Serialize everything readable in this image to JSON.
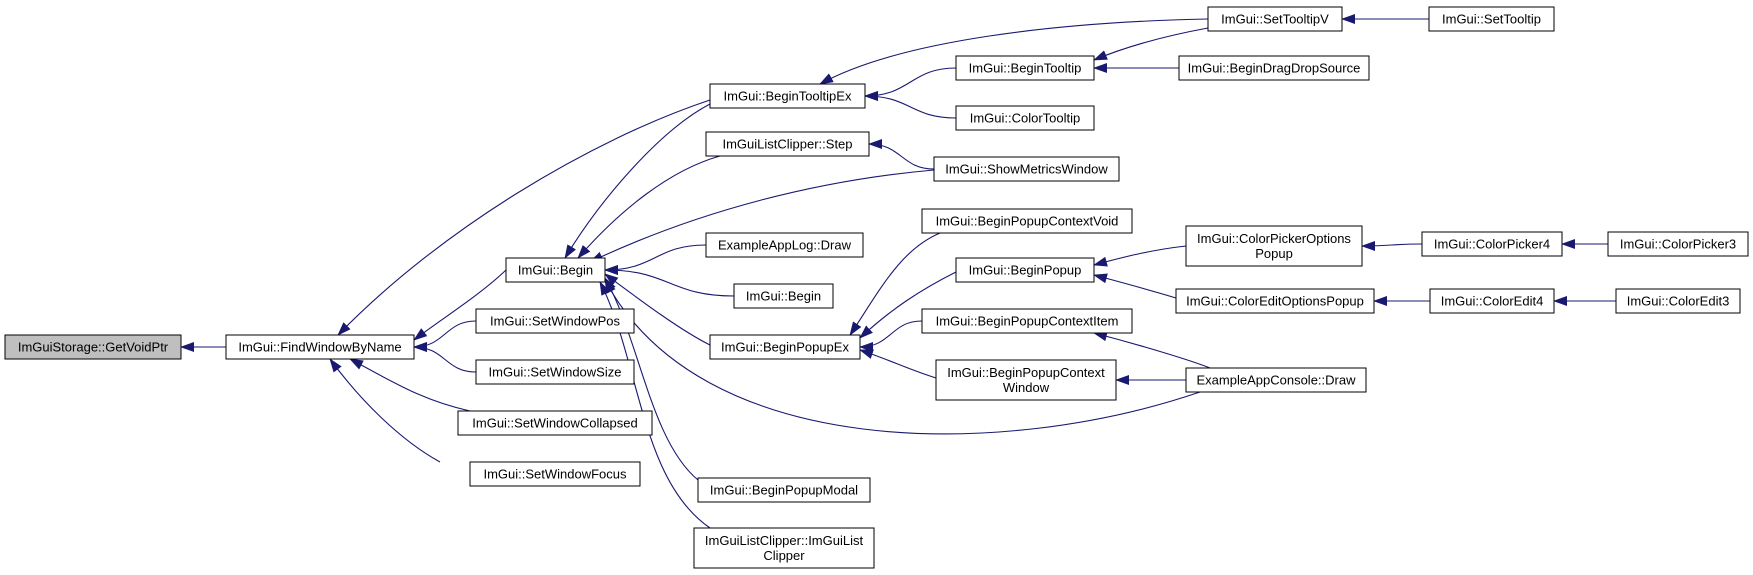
{
  "colors": {
    "edge": "#191970",
    "node_fill": "#ffffff",
    "root_fill": "#bfbfbf",
    "border": "#000000"
  },
  "nodes": [
    {
      "id": "getvoidptr",
      "lines": [
        "ImGuiStorage::GetVoidPtr"
      ],
      "root": true
    },
    {
      "id": "findwindowbyname",
      "lines": [
        "ImGui::FindWindowByName"
      ]
    },
    {
      "id": "begintooltipex",
      "lines": [
        "ImGui::BeginTooltipEx"
      ]
    },
    {
      "id": "begin",
      "lines": [
        "ImGui::Begin"
      ]
    },
    {
      "id": "setwindowpos",
      "lines": [
        "ImGui::SetWindowPos"
      ]
    },
    {
      "id": "setwindowsize",
      "lines": [
        "ImGui::SetWindowSize"
      ]
    },
    {
      "id": "setwindowcollapsed",
      "lines": [
        "ImGui::SetWindowCollapsed"
      ]
    },
    {
      "id": "setwindowfocus",
      "lines": [
        "ImGui::SetWindowFocus"
      ]
    },
    {
      "id": "settooltipv",
      "lines": [
        "ImGui::SetTooltipV"
      ]
    },
    {
      "id": "settooltip",
      "lines": [
        "ImGui::SetTooltip"
      ]
    },
    {
      "id": "begintooltip",
      "lines": [
        "ImGui::BeginTooltip"
      ]
    },
    {
      "id": "begindragdropsource",
      "lines": [
        "ImGui::BeginDragDropSource"
      ]
    },
    {
      "id": "colortooltip",
      "lines": [
        "ImGui::ColorTooltip"
      ]
    },
    {
      "id": "listclipperstep",
      "lines": [
        "ImGuiListClipper::Step"
      ]
    },
    {
      "id": "showmetricswindow",
      "lines": [
        "ImGui::ShowMetricsWindow"
      ]
    },
    {
      "id": "exampleapplogdraw",
      "lines": [
        "ExampleAppLog::Draw"
      ]
    },
    {
      "id": "begin2",
      "lines": [
        "ImGui::Begin"
      ]
    },
    {
      "id": "beginpopupex",
      "lines": [
        "ImGui::BeginPopupEx"
      ]
    },
    {
      "id": "beginpopupmodal",
      "lines": [
        "ImGui::BeginPopupModal"
      ]
    },
    {
      "id": "listclipperctor",
      "lines": [
        "ImGuiListClipper::ImGuiList",
        "Clipper"
      ]
    },
    {
      "id": "beginpopupcontextvoid",
      "lines": [
        "ImGui::BeginPopupContextVoid"
      ]
    },
    {
      "id": "beginpopup",
      "lines": [
        "ImGui::BeginPopup"
      ]
    },
    {
      "id": "beginpopupcontextitem",
      "lines": [
        "ImGui::BeginPopupContextItem"
      ]
    },
    {
      "id": "beginpopupcontextwindow",
      "lines": [
        "ImGui::BeginPopupContext",
        "Window"
      ]
    },
    {
      "id": "colorpickeroptionspopup",
      "lines": [
        "ImGui::ColorPickerOptions",
        "Popup"
      ]
    },
    {
      "id": "coloreditoptionspopup",
      "lines": [
        "ImGui::ColorEditOptionsPopup"
      ]
    },
    {
      "id": "exampleappconsoledraw",
      "lines": [
        "ExampleAppConsole::Draw"
      ]
    },
    {
      "id": "colorpicker4",
      "lines": [
        "ImGui::ColorPicker4"
      ]
    },
    {
      "id": "colorpicker3",
      "lines": [
        "ImGui::ColorPicker3"
      ]
    },
    {
      "id": "coloredit4",
      "lines": [
        "ImGui::ColorEdit4"
      ]
    },
    {
      "id": "coloredit3",
      "lines": [
        "ImGui::ColorEdit3"
      ]
    }
  ],
  "edges": [
    {
      "from": "findwindowbyname",
      "to": "getvoidptr"
    },
    {
      "from": "begintooltipex",
      "to": "findwindowbyname"
    },
    {
      "from": "begin",
      "to": "findwindowbyname"
    },
    {
      "from": "setwindowpos",
      "to": "findwindowbyname"
    },
    {
      "from": "setwindowsize",
      "to": "findwindowbyname"
    },
    {
      "from": "setwindowcollapsed",
      "to": "findwindowbyname"
    },
    {
      "from": "setwindowfocus",
      "to": "findwindowbyname"
    },
    {
      "from": "settooltipv",
      "to": "begintooltipex"
    },
    {
      "from": "begintooltip",
      "to": "begintooltipex"
    },
    {
      "from": "colortooltip",
      "to": "begintooltipex"
    },
    {
      "from": "begintooltipex",
      "to": "begin"
    },
    {
      "from": "listclipperstep",
      "to": "begin"
    },
    {
      "from": "showmetricswindow",
      "to": "begin"
    },
    {
      "from": "exampleapplogdraw",
      "to": "begin"
    },
    {
      "from": "begin2",
      "to": "begin"
    },
    {
      "from": "beginpopupex",
      "to": "begin"
    },
    {
      "from": "beginpopupmodal",
      "to": "begin"
    },
    {
      "from": "listclipperctor",
      "to": "begin"
    },
    {
      "from": "exampleappconsoledraw",
      "to": "begin"
    },
    {
      "from": "settooltip",
      "to": "settooltipv"
    },
    {
      "from": "begintooltip",
      "to": "settooltipv"
    },
    {
      "from": "begindragdropsource",
      "to": "begintooltip"
    },
    {
      "from": "showmetricswindow",
      "to": "listclipperstep"
    },
    {
      "from": "beginpopupcontextvoid",
      "to": "beginpopupex"
    },
    {
      "from": "beginpopup",
      "to": "beginpopupex"
    },
    {
      "from": "beginpopupcontextitem",
      "to": "beginpopupex"
    },
    {
      "from": "beginpopupcontextwindow",
      "to": "beginpopupex"
    },
    {
      "from": "colorpickeroptionspopup",
      "to": "beginpopup"
    },
    {
      "from": "coloreditoptionspopup",
      "to": "beginpopup"
    },
    {
      "from": "exampleappconsoledraw",
      "to": "beginpopupcontextitem"
    },
    {
      "from": "exampleappconsoledraw",
      "to": "beginpopupcontextwindow"
    },
    {
      "from": "colorpicker4",
      "to": "colorpickeroptionspopup"
    },
    {
      "from": "colorpicker3",
      "to": "colorpicker4"
    },
    {
      "from": "coloredit4",
      "to": "coloreditoptionspopup"
    },
    {
      "from": "coloredit3",
      "to": "coloredit4"
    }
  ]
}
